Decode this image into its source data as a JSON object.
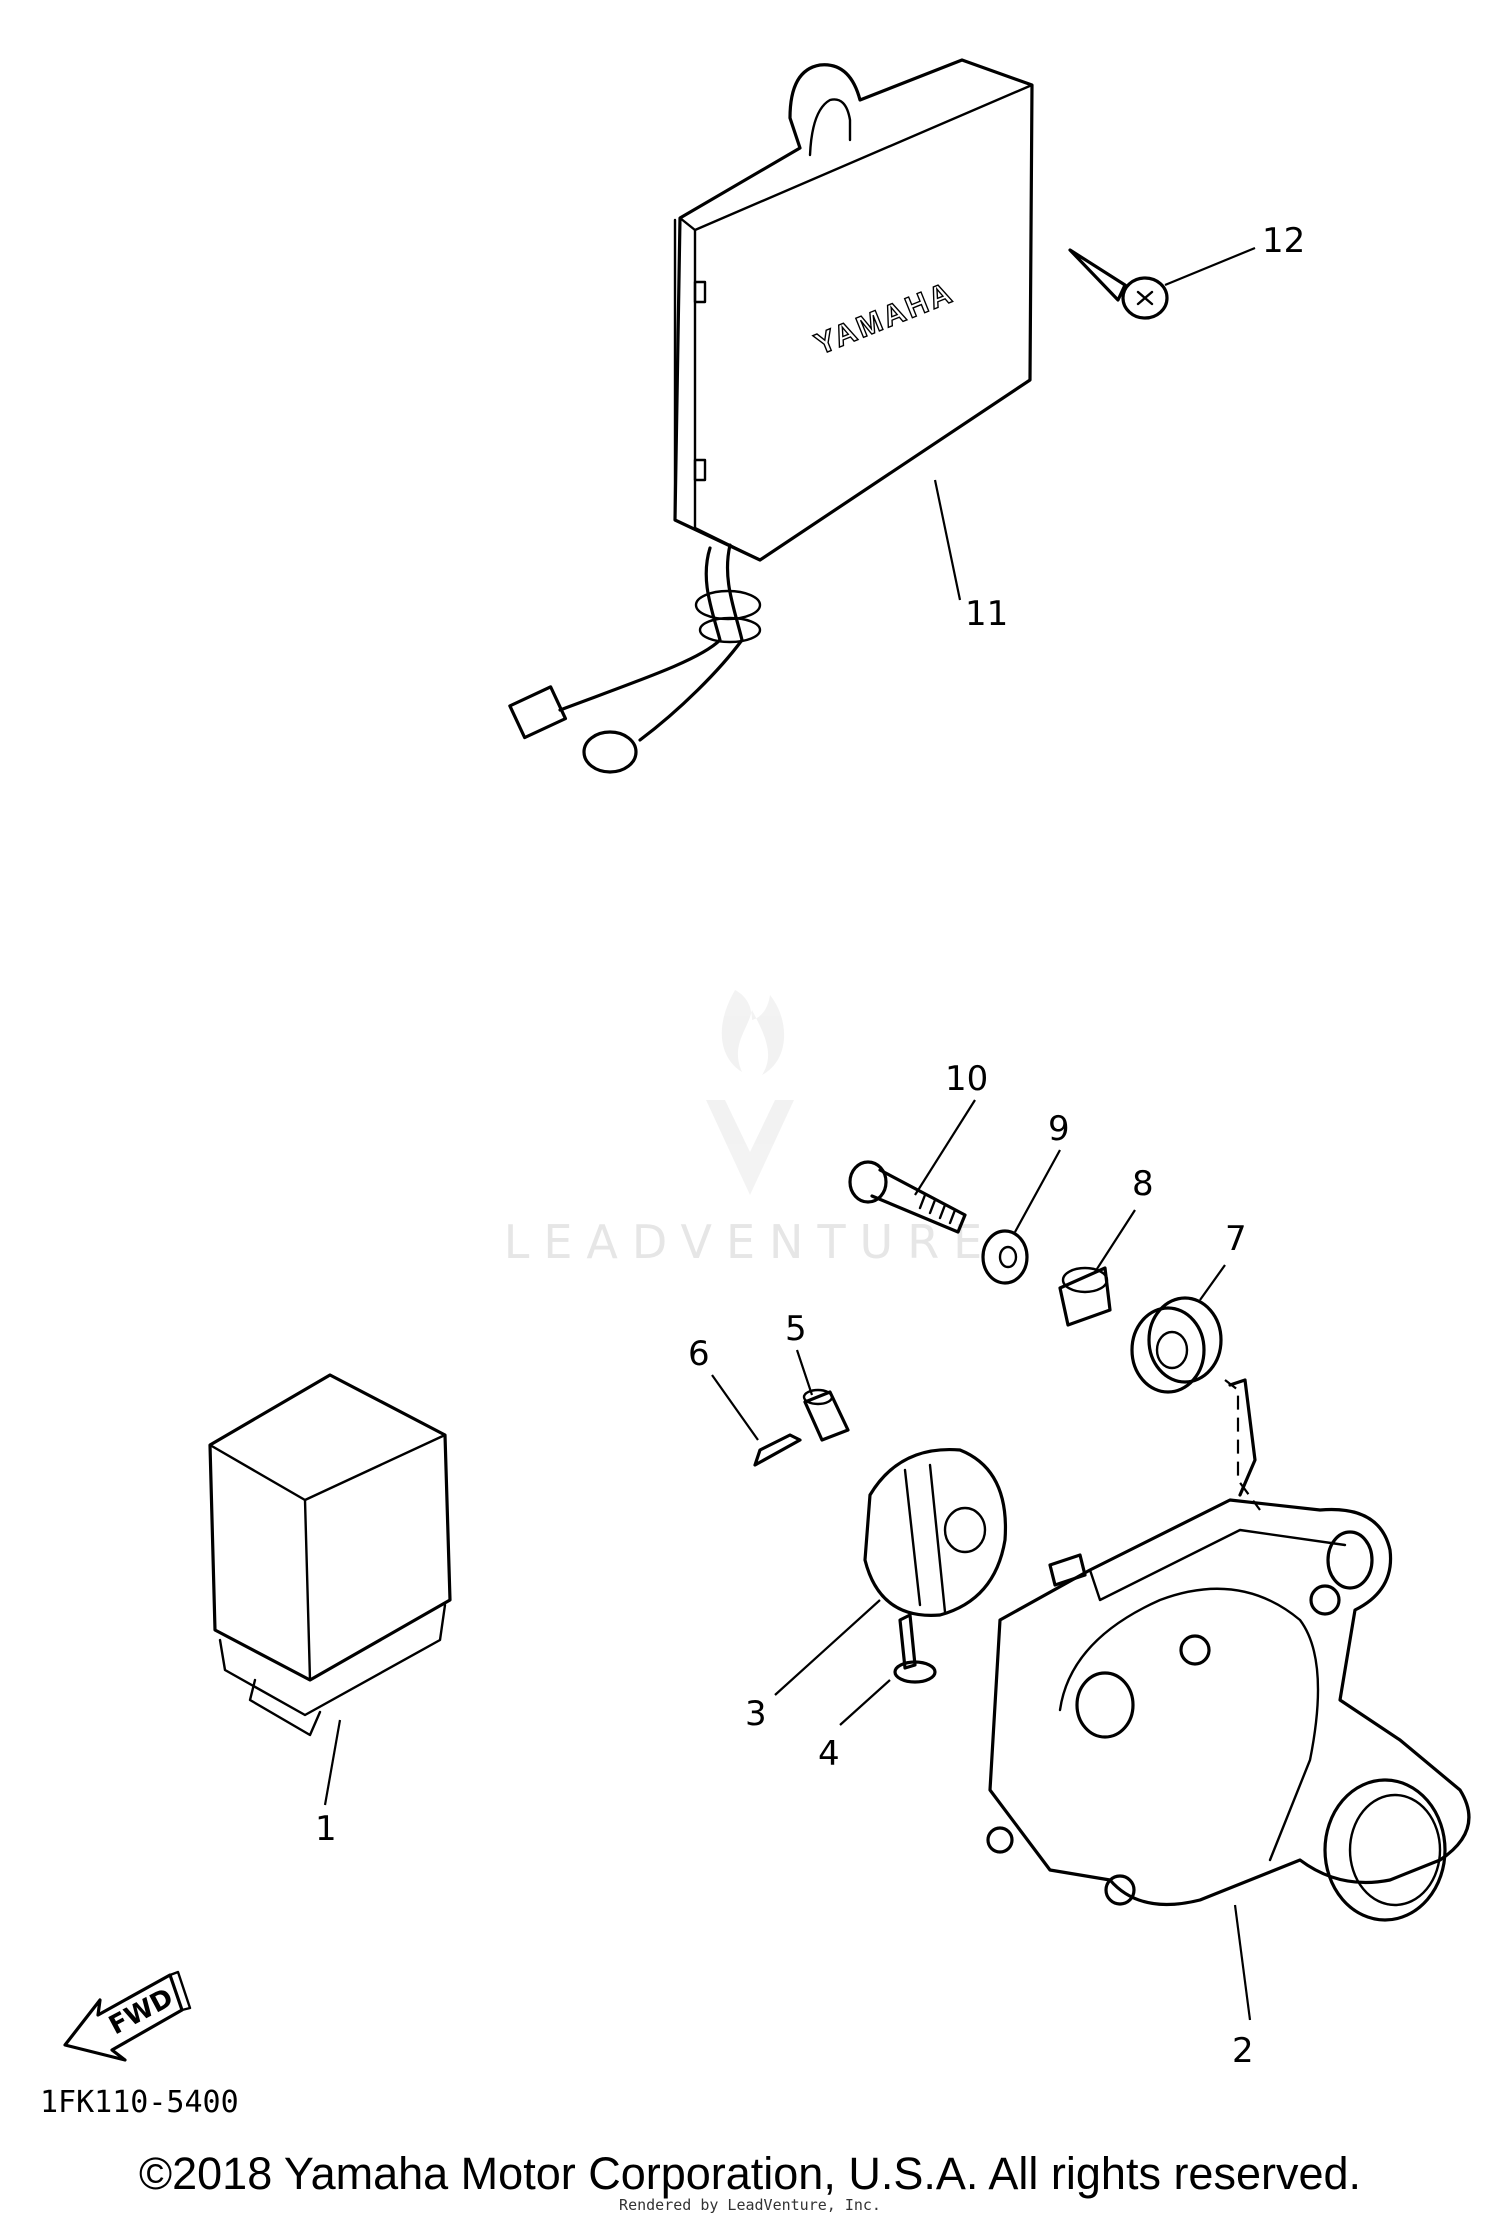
{
  "watermark": "LEADVENTURE",
  "brand_mark": "YAMAHA",
  "callouts": [
    "1",
    "2",
    "3",
    "4",
    "5",
    "6",
    "7",
    "8",
    "9",
    "10",
    "11",
    "12"
  ],
  "fwd_label": "FWD",
  "diagram_ref": "1FK110-5400",
  "copyright": "©2018 Yamaha Motor Corporation, U.S.A. All rights reserved.",
  "rendered_by": "Rendered by LeadVenture, Inc."
}
